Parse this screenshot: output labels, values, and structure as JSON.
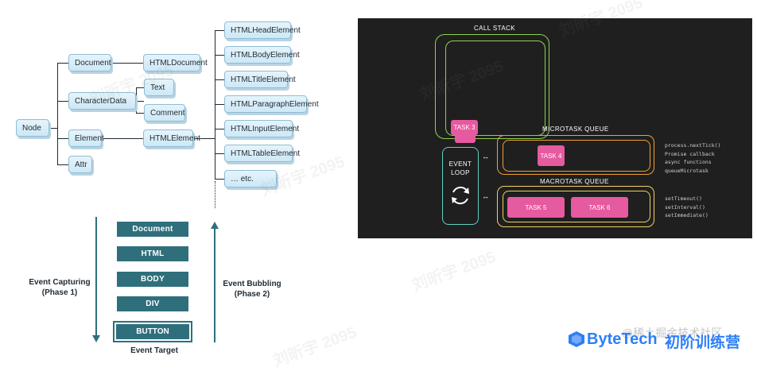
{
  "dom_tree": {
    "node": "Node",
    "document": "Document",
    "html_document": "HTMLDocument",
    "character_data": "CharacterData",
    "text": "Text",
    "comment": "Comment",
    "element": "Element",
    "html_element": "HTMLElement",
    "attr": "Attr",
    "subclasses": [
      "HTMLHeadElement",
      "HTMLBodyElement",
      "HTMLTitleElement",
      "HTMLParagraphElement",
      "HTMLInputElement",
      "HTMLTableElement",
      "… etc."
    ]
  },
  "event_flow": {
    "capturing_label": "Event Capturing\n(Phase 1)",
    "bubbling_label": "Event Bubbling\n(Phase 2)",
    "levels": [
      "Document",
      "HTML",
      "BODY",
      "DIV"
    ],
    "target_box": "BUTTON",
    "target_label": "Event Target",
    "colors": {
      "box": "#2f6f7c"
    }
  },
  "event_loop": {
    "call_stack": "CALL STACK",
    "event_loop_label": "EVENT\nLOOP",
    "task3": "TASK 3",
    "microtask_queue": "MICROTASK QUEUE",
    "task4": "TASK 4",
    "macrotask_queue": "MACROTASK QUEUE",
    "task5": "TASK 5",
    "task6": "TASK 6",
    "microtask_apis": "process.nextTick()\nPromise callback\nasync functions\nqueueMicrotask",
    "macrotask_apis": "setTimeout()\nsetInterval()\nsetImmediate()",
    "colors": {
      "bg": "#1f1f1f",
      "call_stack": "#8fd14f",
      "micro": "#f0a030",
      "macro": "#f0d060",
      "loop": "#5fd0c0",
      "task": "#e65aa0"
    }
  },
  "footer": {
    "juejin": "@稀土掘金技术社区",
    "brand": "ByteTech",
    "brand_cn": "初阶训练营"
  },
  "watermark": "刘昕宇 2095"
}
